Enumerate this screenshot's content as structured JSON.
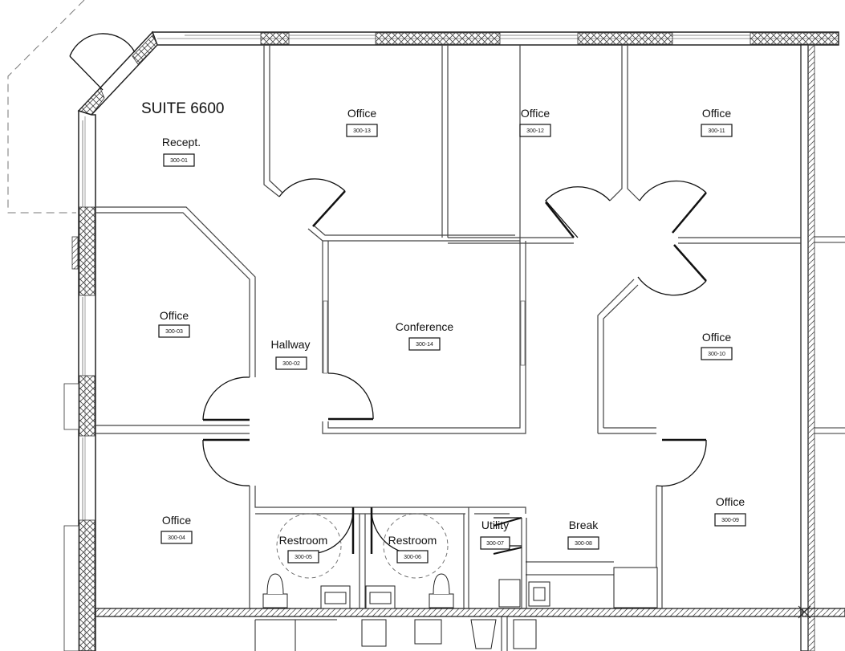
{
  "suite": {
    "label": "SUITE 6600"
  },
  "rooms": [
    {
      "name": "Recept.",
      "number": "300-01"
    },
    {
      "name": "Hallway",
      "number": "300-02"
    },
    {
      "name": "Office",
      "number": "300-03"
    },
    {
      "name": "Office",
      "number": "300-04"
    },
    {
      "name": "Restroom",
      "number": "300-05"
    },
    {
      "name": "Restroom",
      "number": "300-06"
    },
    {
      "name": "Utility",
      "number": "300-07"
    },
    {
      "name": "Break",
      "number": "300-08"
    },
    {
      "name": "Office",
      "number": "300-09"
    },
    {
      "name": "Office",
      "number": "300-10"
    },
    {
      "name": "Office",
      "number": "300-11"
    },
    {
      "name": "Office",
      "number": "300-12"
    },
    {
      "name": "Office",
      "number": "300-13"
    },
    {
      "name": "Conference",
      "number": "300-14"
    }
  ]
}
